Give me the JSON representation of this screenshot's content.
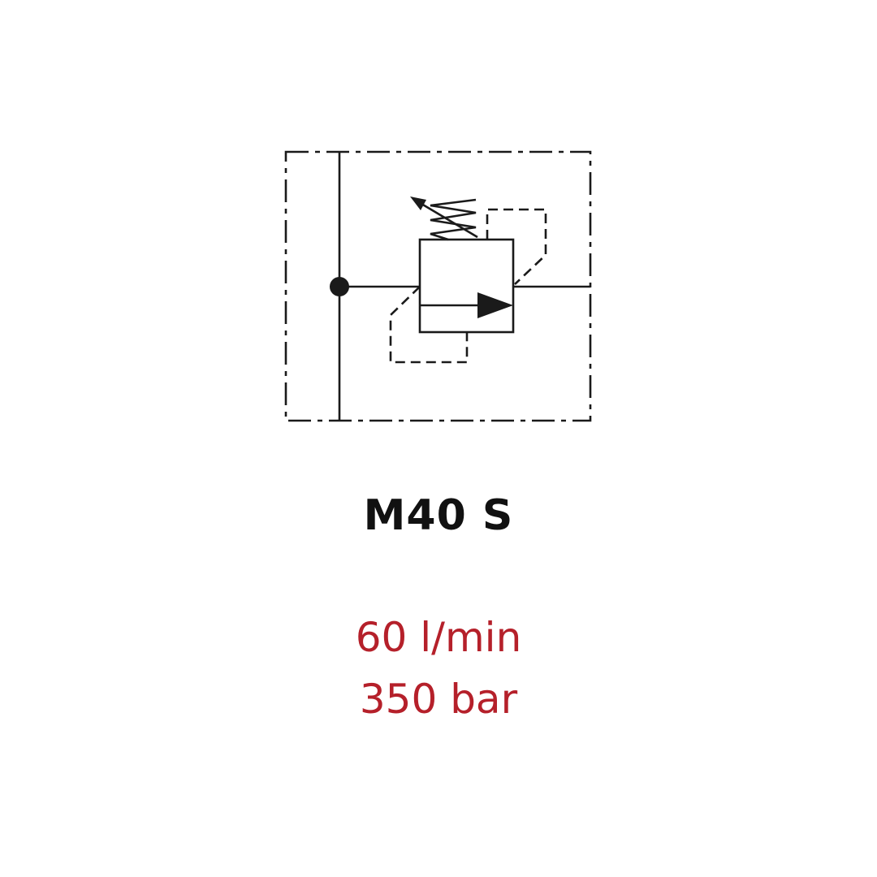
{
  "product": {
    "model": "M40 S",
    "flow": "60 l/min",
    "pressure": "350 bar"
  },
  "colors": {
    "line": "#1a1a1a",
    "model_text": "#111111",
    "spec_text": "#b5202a",
    "background": "#ffffff"
  },
  "icons": {
    "schematic": "pressure-relief-valve-symbol"
  }
}
